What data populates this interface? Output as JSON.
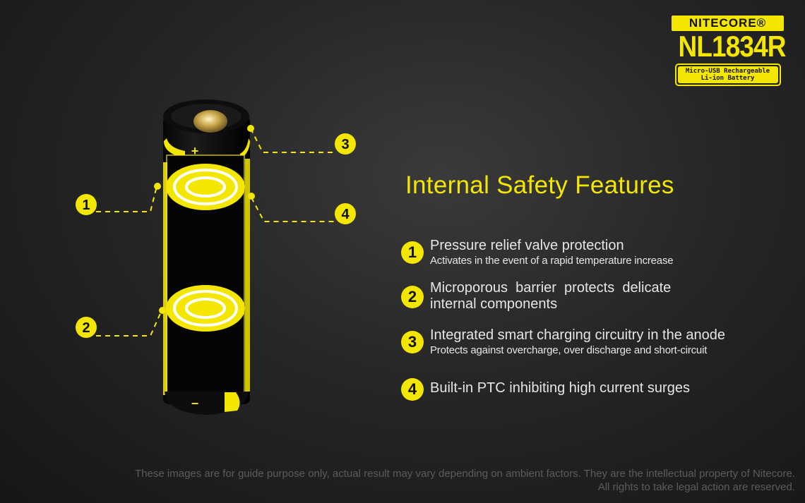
{
  "logo": {
    "brand": "NITECORE®",
    "model": "NL1834R",
    "tag_line1": "Micro-USB Rechargeable",
    "tag_line2": "Li-ion Battery"
  },
  "title": "Internal Safety Features",
  "battery": {
    "plus_label": "+",
    "minus_label": "−"
  },
  "callouts": [
    "1",
    "2",
    "3",
    "4"
  ],
  "features": [
    {
      "num": "1",
      "main": "Pressure relief valve protection",
      "sub": "Activates in the event of a rapid temperature increase"
    },
    {
      "num": "2",
      "main": "Microporous  barrier  protects  delicate",
      "main2": "internal components"
    },
    {
      "num": "3",
      "main": "Integrated smart charging circuitry in the anode",
      "sub": "Protects against overcharge, over discharge and short-circuit"
    },
    {
      "num": "4",
      "main": "Built-in PTC inhibiting high current surges"
    }
  ],
  "footer": {
    "line1": "These images are for guide purpose only, actual result may vary depending on ambient factors. They are the intellectual property of Nitecore.",
    "line2": "All rights to take legal action are reserved."
  },
  "colors": {
    "accent": "#f3e600",
    "background": "#262626",
    "text": "#e6e6e6"
  }
}
